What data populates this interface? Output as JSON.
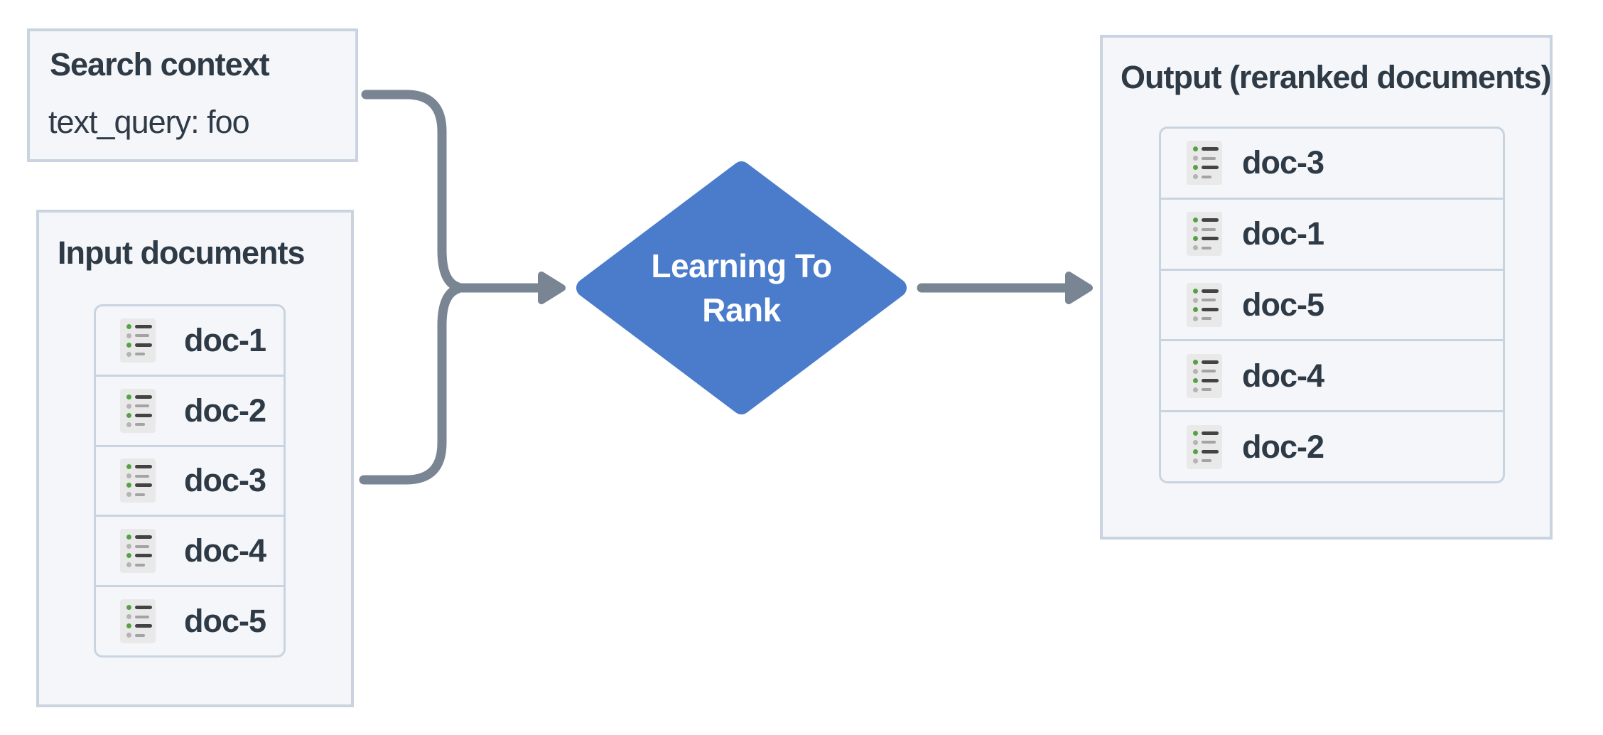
{
  "palette": {
    "page_bg": "#ffffff",
    "box_bg": "#f4f6f9",
    "box_border": "#c9d4e0",
    "text_dark": "#2e3a46",
    "connector": "#7a8594",
    "diamond_fill": "#4a7ccb",
    "diamond_text": "#ffffff",
    "icon_bg": "#e9e9e9",
    "icon_green": "#55a245",
    "icon_gray_dot": "#b4b4b4",
    "icon_dark_bar": "#434343",
    "icon_gray_bar": "#a3a3a3"
  },
  "icons": {
    "doc_icon": "bulleted-list-document-icon",
    "arrow_icon": "right-arrowhead-icon"
  },
  "search_context": {
    "title": "Search context",
    "query_text": "text_query: foo"
  },
  "input_documents": {
    "title": "Input documents",
    "docs": [
      "doc-1",
      "doc-2",
      "doc-3",
      "doc-4",
      "doc-5"
    ]
  },
  "ranker": {
    "label": "Learning To Rank",
    "label_lines": [
      "Learning To",
      "Rank"
    ]
  },
  "output_documents": {
    "title": "Output (reranked documents)",
    "docs": [
      "doc-3",
      "doc-1",
      "doc-5",
      "doc-4",
      "doc-2"
    ]
  }
}
